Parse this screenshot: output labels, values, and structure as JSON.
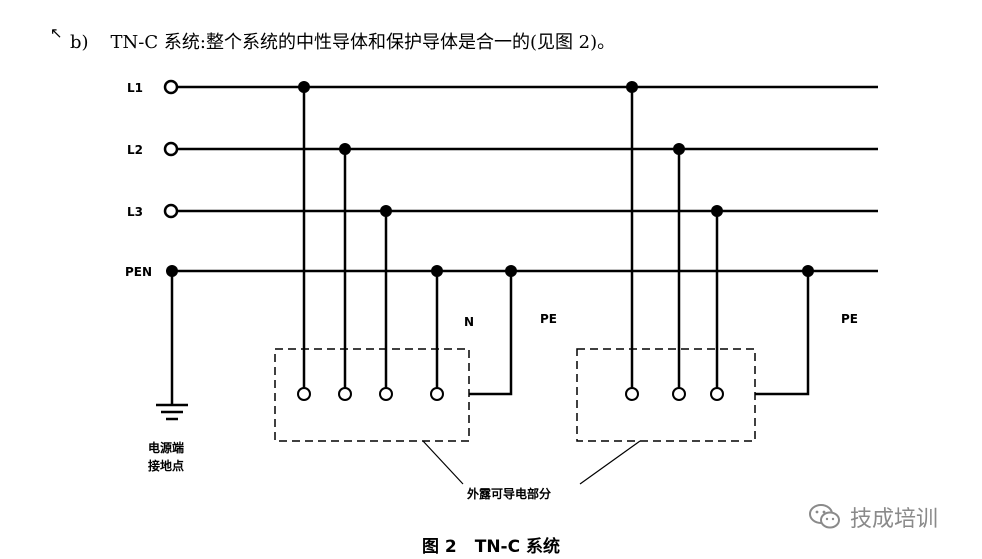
{
  "heading": {
    "number": "b)",
    "text": "TN-C 系统:整个系统的中性导体和保护导体是合一的(见图 2)。"
  },
  "buses": {
    "l1": "L1",
    "l2": "L2",
    "l3": "L3",
    "pen": "PEN"
  },
  "labels": {
    "n": "N",
    "pe_1": "PE",
    "pe_2": "PE",
    "earth_line1": "电源端",
    "earth_line2": "接地点",
    "exposed_parts": "外露可导电部分"
  },
  "caption": {
    "figure": "图 2",
    "title": "TN-C 系统"
  },
  "watermark": {
    "text": "技成培训",
    "icon": "wechat-icon"
  },
  "cursor_icon": "mouse-cursor-icon"
}
